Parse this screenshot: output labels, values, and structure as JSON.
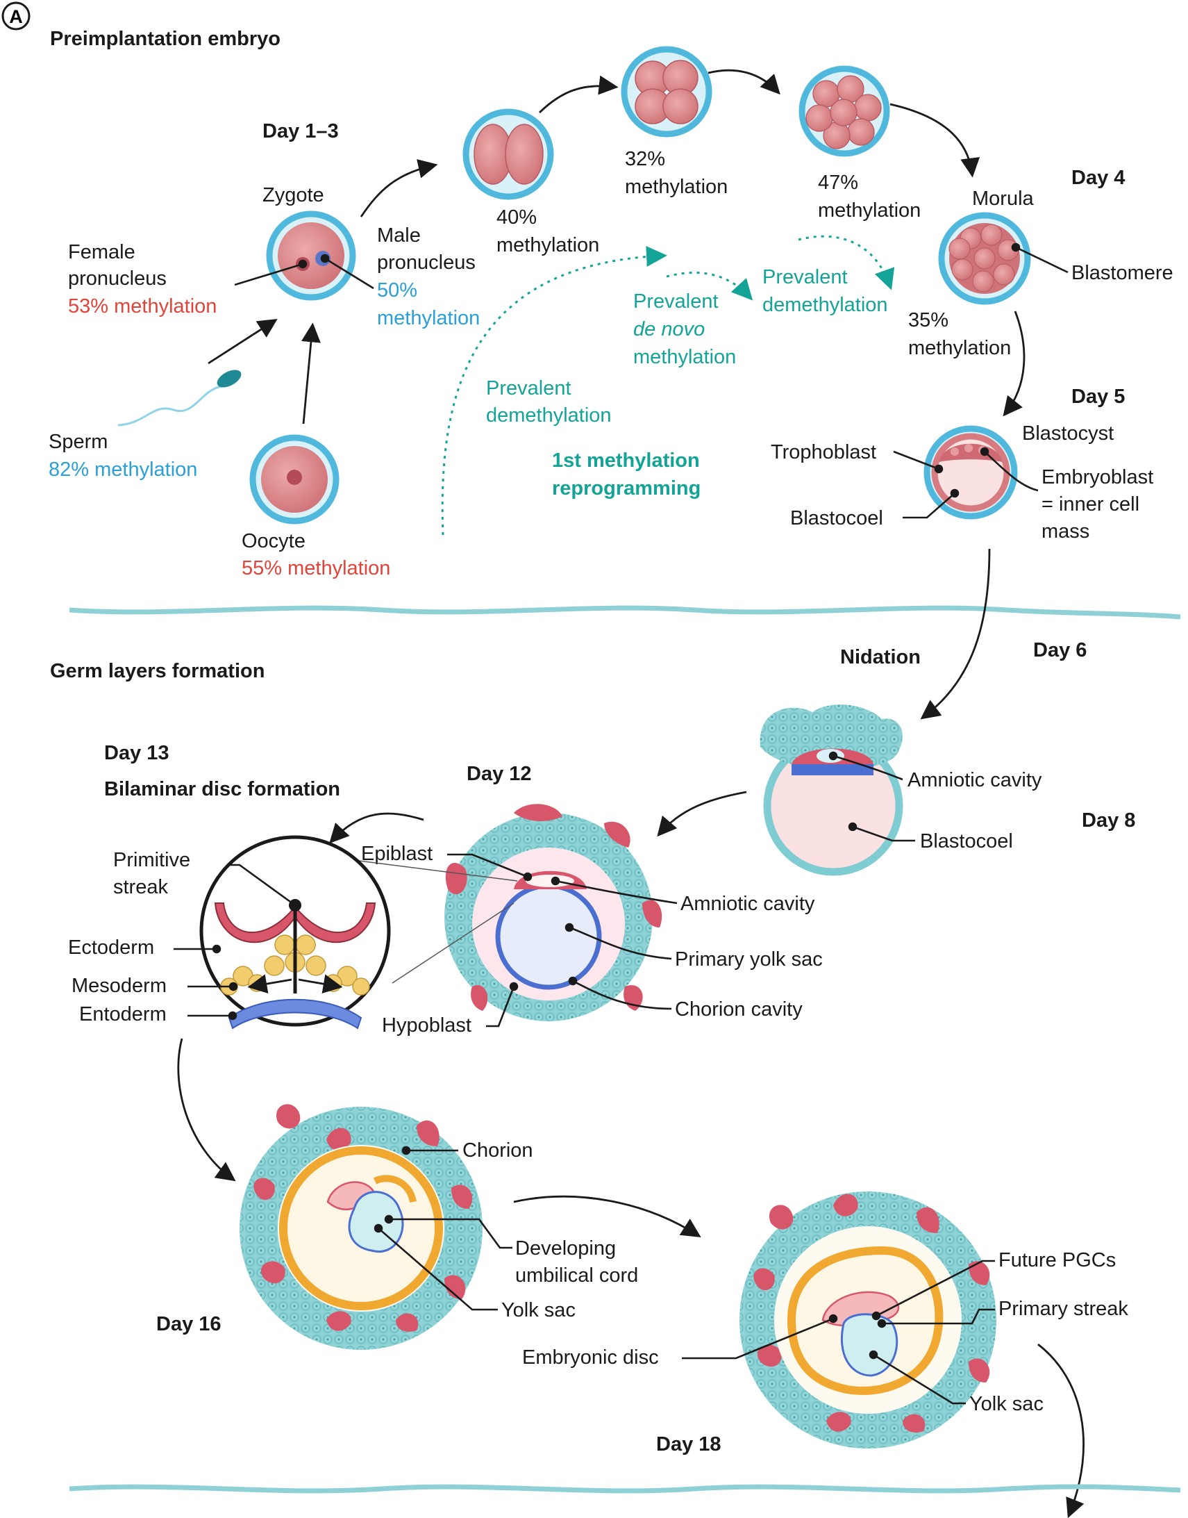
{
  "panel_label": "A",
  "section_preimplantation": "Preimplantation embryo",
  "section_germ_layers": "Germ layers formation",
  "days": {
    "d1_3": "Day 1–3",
    "d4": "Day 4",
    "d5": "Day 5",
    "d6": "Day 6",
    "d8": "Day 8",
    "d12": "Day 12",
    "d13": "Day 13",
    "d16": "Day 16",
    "d18": "Day 18"
  },
  "labels": {
    "zygote": "Zygote",
    "female_pronucleus_1": "Female",
    "female_pronucleus_2": "pronucleus",
    "female_meth": "53% methylation",
    "male_pronucleus_1": "Male",
    "male_pronucleus_2": "pronucleus",
    "male_meth_1": "50%",
    "male_meth_2": "methylation",
    "sperm": "Sperm",
    "sperm_meth": "82% methylation",
    "oocyte": "Oocyte",
    "oocyte_meth": "55% methylation",
    "two_cell_meth_1": "40%",
    "two_cell_meth_2": "methylation",
    "four_cell_meth_1": "32%",
    "four_cell_meth_2": "methylation",
    "eight_cell_meth_1": "47%",
    "eight_cell_meth_2": "methylation",
    "morula": "Morula",
    "blastomere": "Blastomere",
    "morula_meth_1": "35%",
    "morula_meth_2": "methylation",
    "demeth_a_1": "Prevalent",
    "demeth_a_2": "demethylation",
    "denovo_1": "Prevalent",
    "denovo_2": "de novo",
    "denovo_3": "methylation",
    "demeth_b_1": "Prevalent",
    "demeth_b_2": "demethylation",
    "reprog_1": "1st methylation",
    "reprog_2": "reprogramming",
    "blastocyst": "Blastocyst",
    "trophoblast": "Trophoblast",
    "embryoblast_1": "Embryoblast",
    "embryoblast_2": "= inner cell",
    "embryoblast_3": "mass",
    "blastocoel": "Blastocoel",
    "nidation": "Nidation",
    "amniotic_cavity_d8": "Amniotic cavity",
    "blastocoel_d8": "Blastocoel",
    "bilaminar": "Bilaminar disc formation",
    "primitive_streak_1": "Primitive",
    "primitive_streak_2": "streak",
    "ectoderm": "Ectoderm",
    "mesoderm": "Mesoderm",
    "entoderm": "Entoderm",
    "epiblast": "Epiblast",
    "amniotic_cavity_d12": "Amniotic cavity",
    "primary_yolk_sac": "Primary yolk sac",
    "chorion_cavity": "Chorion cavity",
    "hypoblast": "Hypoblast",
    "chorion": "Chorion",
    "umbilical_1": "Developing",
    "umbilical_2": "umbilical cord",
    "yolk_sac_d16": "Yolk sac",
    "future_pgcs": "Future PGCs",
    "primary_streak": "Primary streak",
    "embryonic_disc": "Embryonic disc",
    "yolk_sac_d18": "Yolk sac"
  },
  "colors": {
    "teal_text": "#13a497",
    "red_text": "#e0443b",
    "blue_text": "#2b9fd7",
    "zona": "#5bc0df",
    "cell": "#d77b80",
    "trophoblast": "#8fd3d6",
    "lacunae": "#d8566a",
    "yolk_orange": "#f0a830",
    "wave": "#8ed0d6"
  }
}
